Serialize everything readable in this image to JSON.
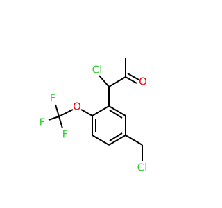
{
  "molecule": {
    "atoms": {
      "cl_alpha": {
        "label": "Cl",
        "color": "#33cc33"
      },
      "o_ketone": {
        "label": "O",
        "color": "#ff0000"
      },
      "o_ether": {
        "label": "O",
        "color": "#ff0000"
      },
      "f_top": {
        "label": "F",
        "color": "#33cc33"
      },
      "f_left": {
        "label": "F",
        "color": "#33cc33"
      },
      "f_bottom": {
        "label": "F",
        "color": "#33cc33"
      },
      "cl_benzyl": {
        "label": "Cl",
        "color": "#33cc33"
      }
    }
  }
}
